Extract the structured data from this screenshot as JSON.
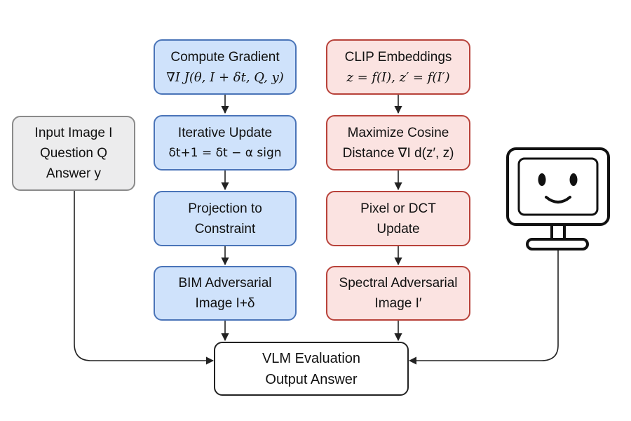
{
  "input_box": {
    "line1": "Input Image I",
    "line2": "Question Q",
    "line3": "Answer y"
  },
  "bim_column": {
    "compute_gradient": {
      "title": "Compute Gradient",
      "formula": "∇I J(θ, I + δt, Q, y)"
    },
    "iterative_update": {
      "title": "Iterative Update",
      "formula": "δt+1 = δt − α sign"
    },
    "projection": {
      "line1": "Projection to",
      "line2": "Constraint"
    },
    "bim_image": {
      "line1": "BIM Adversarial",
      "line2": "Image I+δ"
    }
  },
  "spectral_column": {
    "clip": {
      "title": "CLIP Embeddings",
      "formula": "z = f(I), z′ = f(I′)"
    },
    "maximize": {
      "line1": "Maximize Cosine",
      "line2": "Distance ∇I d(z′, z)"
    },
    "update": {
      "line1": "Pixel or DCT",
      "line2": "Update"
    },
    "spectral_image": {
      "line1": "Spectral Adversarial",
      "line2": "Image I′"
    }
  },
  "evaluation": {
    "line1": "VLM Evaluation",
    "line2": "Output Answer"
  },
  "icon": "monitor-smiley-icon",
  "colors": {
    "blue_fill": "#cfe2fb",
    "blue_border": "#4a74b8",
    "red_fill": "#fbe3e1",
    "red_border": "#b8423a",
    "gray_fill": "#ececed",
    "gray_border": "#8a8a8a"
  }
}
